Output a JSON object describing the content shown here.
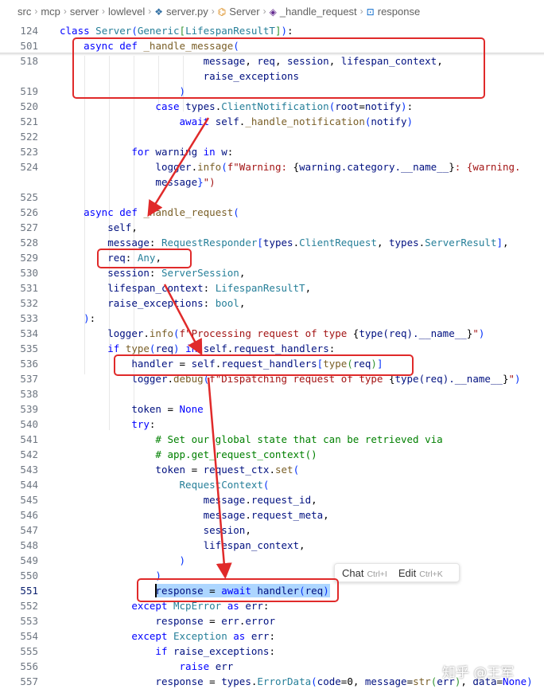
{
  "breadcrumb": [
    {
      "icon": "",
      "label": "src"
    },
    {
      "icon": "",
      "label": "mcp"
    },
    {
      "icon": "",
      "label": "server"
    },
    {
      "icon": "",
      "label": "lowlevel"
    },
    {
      "icon": "python-file-icon",
      "label": "server.py"
    },
    {
      "icon": "class-icon",
      "label": "Server"
    },
    {
      "icon": "method-icon",
      "label": "_handle_request"
    },
    {
      "icon": "variable-icon",
      "label": "response"
    }
  ],
  "sticky_lines": [
    {
      "num": "124",
      "text": "class Server(Generic[LifespanResultT]):"
    },
    {
      "num": "501",
      "text": "    async def _handle_message("
    }
  ],
  "lines": [
    {
      "num": "518",
      "text": "                        message, req, session, lifespan_context,"
    },
    {
      "num": "",
      "text": "                        raise_exceptions"
    },
    {
      "num": "519",
      "text": "                    )"
    },
    {
      "num": "520",
      "text": "                case types.ClientNotification(root=notify):"
    },
    {
      "num": "521",
      "text": "                    await self._handle_notification(notify)"
    },
    {
      "num": "522",
      "text": ""
    },
    {
      "num": "523",
      "text": "            for warning in w:"
    },
    {
      "num": "524",
      "text": "                logger.info(f\"Warning: {warning.category.__name__}: {warning."
    },
    {
      "num": "",
      "text": "                message}\")"
    },
    {
      "num": "525",
      "text": ""
    },
    {
      "num": "526",
      "text": "    async def _handle_request("
    },
    {
      "num": "527",
      "text": "        self,"
    },
    {
      "num": "528",
      "text": "        message: RequestResponder[types.ClientRequest, types.ServerResult],"
    },
    {
      "num": "529",
      "text": "        req: Any,"
    },
    {
      "num": "530",
      "text": "        session: ServerSession,"
    },
    {
      "num": "531",
      "text": "        lifespan_context: LifespanResultT,"
    },
    {
      "num": "532",
      "text": "        raise_exceptions: bool,"
    },
    {
      "num": "533",
      "text": "    ):"
    },
    {
      "num": "534",
      "text": "        logger.info(f\"Processing request of type {type(req).__name__}\")"
    },
    {
      "num": "535",
      "text": "        if type(req) in self.request_handlers:"
    },
    {
      "num": "536",
      "text": "            handler = self.request_handlers[type(req)]"
    },
    {
      "num": "537",
      "text": "            logger.debug(f\"Dispatching request of type {type(req).__name__}\")"
    },
    {
      "num": "538",
      "text": ""
    },
    {
      "num": "539",
      "text": "            token = None"
    },
    {
      "num": "540",
      "text": "            try:"
    },
    {
      "num": "541",
      "text": "                # Set our global state that can be retrieved via"
    },
    {
      "num": "542",
      "text": "                # app.get_request_context()"
    },
    {
      "num": "543",
      "text": "                token = request_ctx.set("
    },
    {
      "num": "544",
      "text": "                    RequestContext("
    },
    {
      "num": "545",
      "text": "                        message.request_id,"
    },
    {
      "num": "546",
      "text": "                        message.request_meta,"
    },
    {
      "num": "547",
      "text": "                        session,"
    },
    {
      "num": "548",
      "text": "                        lifespan_context,"
    },
    {
      "num": "549",
      "text": "                    )"
    },
    {
      "num": "550",
      "text": "                )"
    },
    {
      "num": "551",
      "text": "                response = await handler(req)"
    },
    {
      "num": "552",
      "text": "            except McpError as err:"
    },
    {
      "num": "553",
      "text": "                response = err.error"
    },
    {
      "num": "554",
      "text": "            except Exception as err:"
    },
    {
      "num": "555",
      "text": "                if raise_exceptions:"
    },
    {
      "num": "556",
      "text": "                    raise err"
    },
    {
      "num": "557",
      "text": "                response = types.ErrorData(code=0, message=str(err), data=None)"
    }
  ],
  "current_line": "551",
  "inline_chat": {
    "chat_label": "Chat",
    "chat_shortcut": "Ctrl+I",
    "edit_label": "Edit",
    "edit_shortcut": "Ctrl+K"
  },
  "watermark": "知乎 @王军",
  "colors": {
    "keyword": "#0000ff",
    "function": "#795e26",
    "type": "#267f99",
    "param": "#001080",
    "string": "#a31515",
    "comment": "#008000",
    "annotation": "#e02a2a",
    "selection": "#add6ff"
  }
}
